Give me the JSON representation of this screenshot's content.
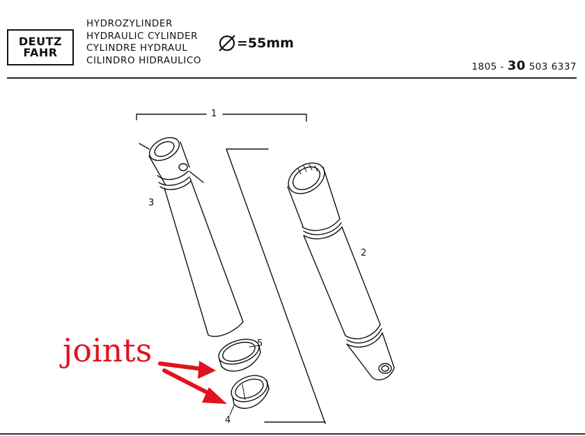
{
  "header": {
    "brand_line1": "DEUTZ",
    "brand_line2": "FAHR",
    "title_de": "HYDROZYLINDER",
    "title_en": "HYDRAULIC CYLINDER",
    "title_fr": "CYLINDRE HYDRAUL",
    "title_es": "CILINDRO HIDRAULICO",
    "diameter_label": "=55mm",
    "part_prefix": "1805 -",
    "part_group": "30",
    "part_suffix": "503 6337"
  },
  "callouts": {
    "assembly": "1",
    "barrel": "2",
    "rod": "3",
    "seal_lower": "4",
    "seal_upper": "5"
  },
  "annotation": {
    "text": "joints",
    "color": "#e0141e"
  }
}
